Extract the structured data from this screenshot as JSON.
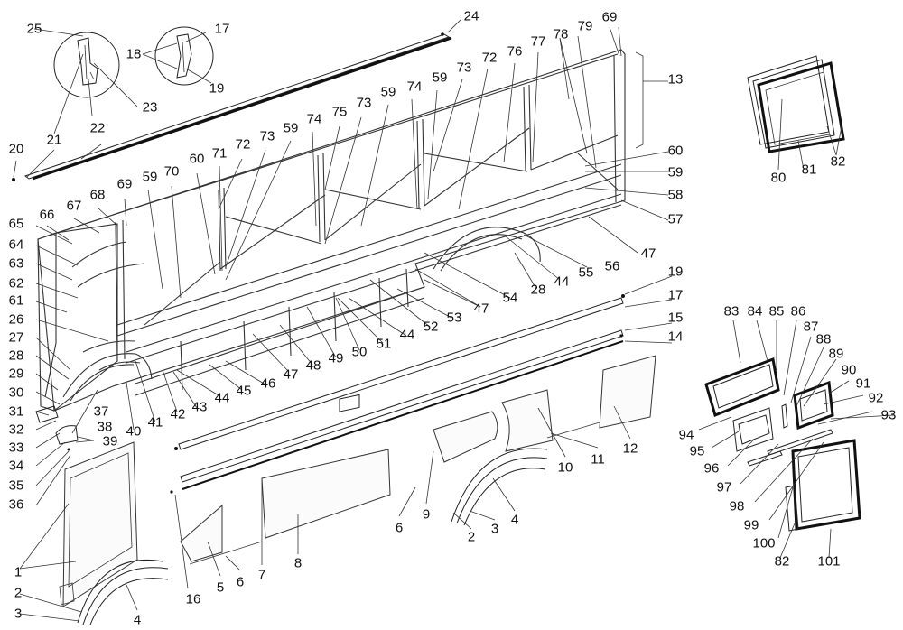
{
  "callouts": {
    "n1": "1",
    "n2": "2",
    "n3": "3",
    "n4": "4",
    "n5": "5",
    "n6": "6",
    "n7": "7",
    "n8": "8",
    "n9": "9",
    "n10": "10",
    "n11": "11",
    "n12": "12",
    "n13": "13",
    "n14": "14",
    "n15": "15",
    "n16": "16",
    "n17": "17",
    "n18": "18",
    "n19": "19",
    "n20": "20",
    "n21": "21",
    "n22": "22",
    "n23": "23",
    "n24": "24",
    "n25": "25",
    "n26": "26",
    "n27": "27",
    "n28": "28",
    "n29": "29",
    "n30": "30",
    "n31": "31",
    "n32": "32",
    "n33": "33",
    "n34": "34",
    "n35": "35",
    "n36": "36",
    "n37": "37",
    "n38": "38",
    "n39": "39",
    "n40": "40",
    "n41": "41",
    "n42": "42",
    "n43": "43",
    "n44": "44",
    "n45": "45",
    "n46": "46",
    "n47": "47",
    "n48": "48",
    "n49": "49",
    "n50": "50",
    "n51": "51",
    "n52": "52",
    "n53": "53",
    "n54": "54",
    "n55": "55",
    "n56": "56",
    "n57": "57",
    "n58": "58",
    "n59": "59",
    "n60": "60",
    "n61": "61",
    "n62": "62",
    "n63": "63",
    "n64": "64",
    "n65": "65",
    "n66": "66",
    "n67": "67",
    "n68": "68",
    "n69": "69",
    "n70": "70",
    "n71": "71",
    "n72": "72",
    "n73": "73",
    "n74": "74",
    "n75": "75",
    "n76": "76",
    "n77": "77",
    "n78": "78",
    "n79": "79",
    "n80": "80",
    "n81": "81",
    "n82": "82",
    "n83": "83",
    "n84": "84",
    "n85": "85",
    "n86": "86",
    "n87": "87",
    "n88": "88",
    "n89": "89",
    "n90": "90",
    "n91": "91",
    "n92": "92",
    "n93": "93",
    "n94": "94",
    "n95": "95",
    "n96": "96",
    "n97": "97",
    "n98": "98",
    "n99": "99",
    "n100": "100",
    "n101": "101"
  },
  "colors": {
    "line": "#222222",
    "background": "#ffffff"
  }
}
